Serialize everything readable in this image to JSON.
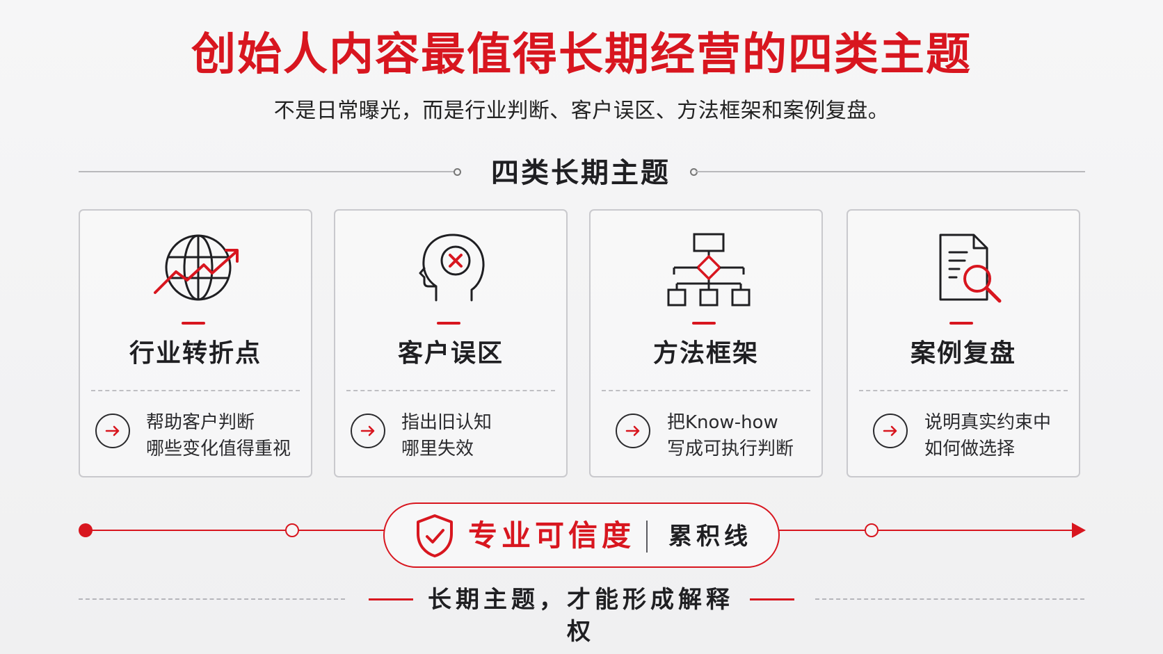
{
  "header": {
    "title": "创始人内容最值得长期经营的四类主题",
    "subtitle": "不是日常曝光，而是行业判断、客户误区、方法框架和案例复盘。"
  },
  "section": {
    "title": "四类长期主题"
  },
  "cards": [
    {
      "title": "行业转折点",
      "icon": "globe-trend-icon",
      "description_line_1": "帮助客户判断",
      "description_line_2": "哪些变化值得重视"
    },
    {
      "title": "客户误区",
      "icon": "head-x-icon",
      "description_line_1": "指出旧认知",
      "description_line_2": "哪里失效"
    },
    {
      "title": "方法框架",
      "icon": "flowchart-icon",
      "description_line_1": "把Know-how",
      "description_line_2": "写成可执行判断"
    },
    {
      "title": "案例复盘",
      "icon": "document-search-icon",
      "description_line_1": "说明真实约束中",
      "description_line_2": "如何做选择"
    }
  ],
  "timeline": {
    "primary_label": "专业可信度",
    "secondary_label": "累积线",
    "icon": "shield-check-icon"
  },
  "footer": {
    "caption": "长期主题，才能形成解释权"
  },
  "colors": {
    "accent": "#d8161f",
    "text": "#1f1f22",
    "border": "#c9c9cd",
    "background": "#f2f2f3"
  }
}
